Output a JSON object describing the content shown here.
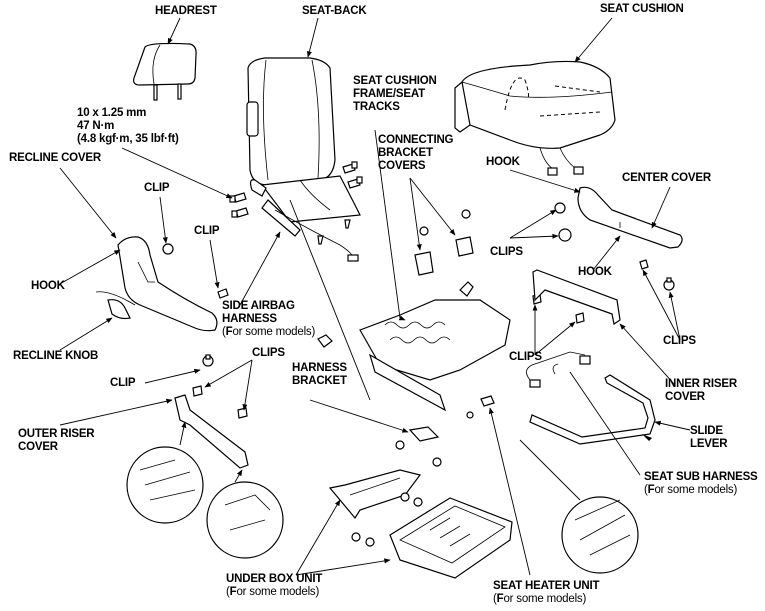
{
  "diagram": {
    "title": "Front Seat Exploded View",
    "labels": {
      "headrest": "HEADREST",
      "seat_back": "SEAT-BACK",
      "seat_cushion": "SEAT CUSHION",
      "torque_spec": [
        "10 x 1.25 mm",
        "47 N·m",
        "(4.8 kgf·m, 35 lbf·ft)"
      ],
      "seat_cushion_frame": [
        "SEAT CUSHION",
        "FRAME/SEAT",
        "TRACKS"
      ],
      "connecting_bracket_covers": [
        "CONNECTING",
        "BRACKET",
        "COVERS"
      ],
      "recline_cover": "RECLINE COVER",
      "clip_upper_left": "CLIP",
      "clip_middle_left": "CLIP",
      "hook_left": "HOOK",
      "hook_top_right": "HOOK",
      "center_cover": "CENTER COVER",
      "clips_right_upper": "CLIPS",
      "hook_center": "HOOK",
      "side_airbag_harness": [
        "SIDE AIRBAG",
        "HARNESS"
      ],
      "side_airbag_note_prefix": "F",
      "side_airbag_note_rest": "or some models)",
      "recline_knob": "RECLINE KNOB",
      "clips_left_mid": "CLIPS",
      "harness_bracket": [
        "HARNESS",
        "BRACKET"
      ],
      "clips_center_right": "CLIPS",
      "clips_far_right": "CLIPS",
      "clip_lower_left": "CLIP",
      "inner_riser_cover": [
        "INNER RISER",
        "COVER"
      ],
      "outer_riser_cover": [
        "OUTER RISER",
        "COVER"
      ],
      "slide_lever": [
        "SLIDE",
        "LEVER"
      ],
      "seat_sub_harness": "SEAT SUB HARNESS",
      "seat_sub_harness_note_prefix": "F",
      "seat_sub_harness_note_rest": "or some models)",
      "under_box_unit": "UNDER BOX UNIT",
      "under_box_note_prefix": "F",
      "under_box_note_rest": "or some models)",
      "seat_heater_unit": "SEAT HEATER UNIT",
      "seat_heater_note_prefix": "F",
      "seat_heater_note_rest": "or some models)",
      "note_open_paren": "("
    }
  }
}
